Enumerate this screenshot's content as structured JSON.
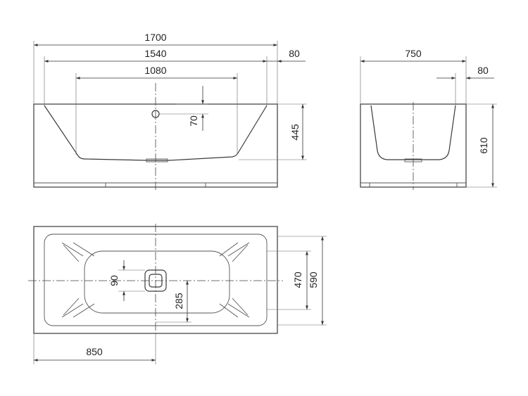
{
  "dimensions": {
    "overall_length": "1700",
    "inner_length": "1540",
    "basin_length": "1080",
    "rim_right": "80",
    "overflow_offset": "70",
    "height_left": "445",
    "overall_width": "750",
    "rim_side": "80",
    "height_side": "610",
    "overall_depth": "590",
    "basin_depth": "470",
    "drain_size": "90",
    "drain_offset": "285",
    "drain_from_end": "850"
  }
}
